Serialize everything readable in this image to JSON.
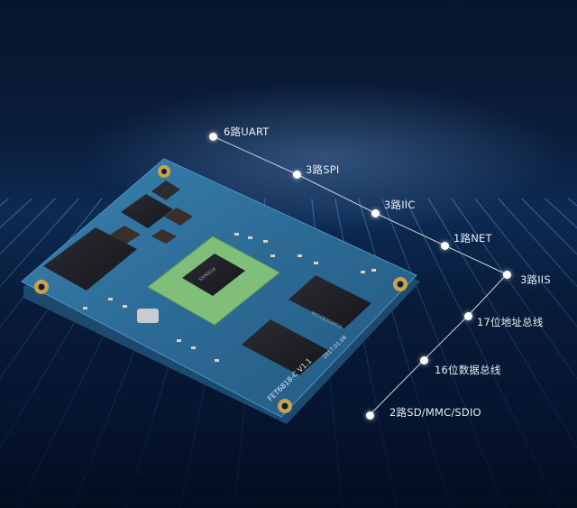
{
  "callouts": [
    {
      "label": "6路UART"
    },
    {
      "label": "3路SPI"
    },
    {
      "label": "3路IIC"
    },
    {
      "label": "1路NET"
    },
    {
      "label": "3路IIS"
    },
    {
      "label": "17位地址总线"
    },
    {
      "label": "16位数据总线"
    },
    {
      "label": "2路SD/MMC/SDIO"
    }
  ],
  "colors": {
    "background": "#081b38",
    "board": "#2e6f9a",
    "board_edge": "#c9a24a",
    "chip_dark": "#1b1d22",
    "cpu_frame": "#7fbf7a",
    "callout_line": "#c8d2e0",
    "callout_text": "#e8eef8"
  },
  "board_markings": {
    "model": "FET6818-C V1.1",
    "date": "2017.01.08"
  },
  "chip_markings": {
    "ram_chip": "NT5CB256M16",
    "cpu": "S5P6818"
  }
}
